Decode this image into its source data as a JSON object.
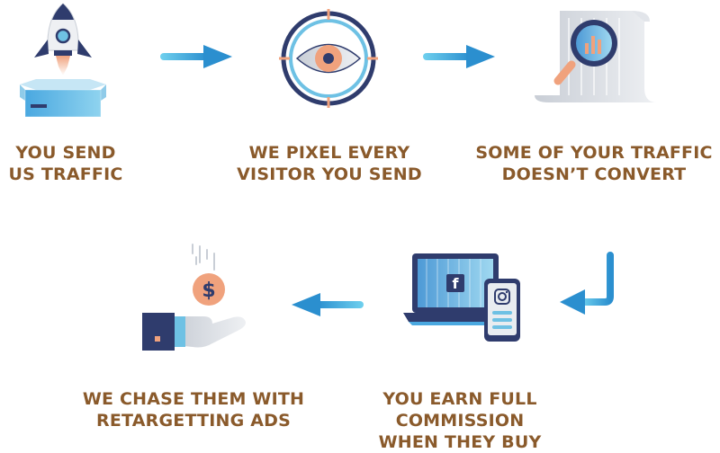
{
  "colors": {
    "label_text": "#8a5a2b",
    "arrow": "#3a9fd4",
    "navy": "#2f3c6d",
    "peach": "#f0a27d",
    "light_blue": "#6ec1e4",
    "grey": "#d4d8de"
  },
  "steps": [
    {
      "icon": "rocket-box-icon",
      "lines": [
        "YOU SEND",
        "US TRAFFIC"
      ]
    },
    {
      "icon": "eye-target-icon",
      "lines": [
        "WE PIXEL EVERY",
        "VISITOR YOU SEND"
      ]
    },
    {
      "icon": "magnifier-report-icon",
      "lines": [
        "SOME OF YOUR TRAFFIC",
        "DOESN’T CONVERT"
      ]
    },
    {
      "icon": "laptop-phone-social-icon",
      "lines": [
        "YOU EARN FULL",
        "COMMISSION",
        "WHEN THEY BUY"
      ]
    },
    {
      "icon": "hand-coin-icon",
      "lines": [
        "WE CHASE THEM WITH",
        "RETARGETTING ADS"
      ]
    }
  ],
  "social": {
    "facebook": "f"
  },
  "coin_symbol": "$"
}
